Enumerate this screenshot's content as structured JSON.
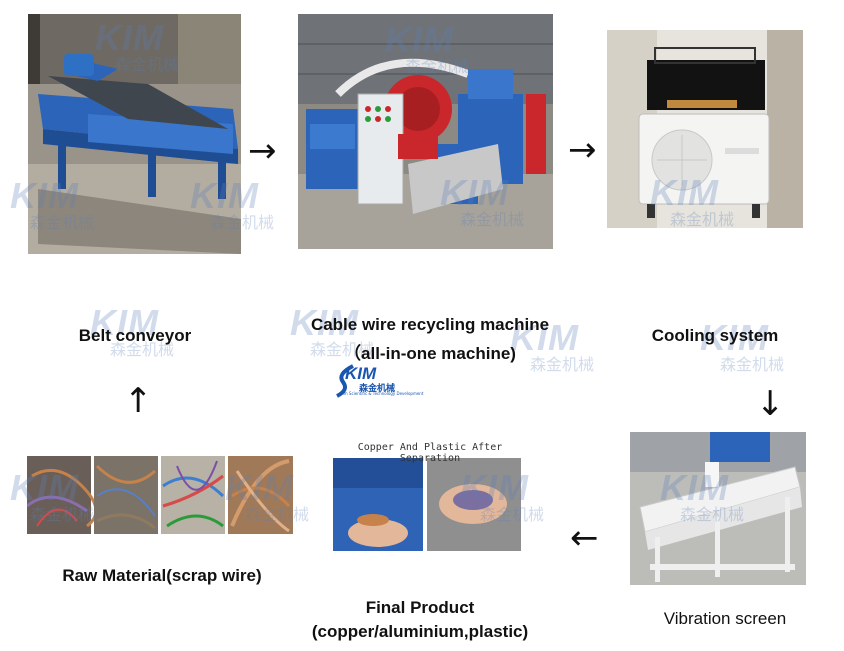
{
  "watermark": {
    "brand": "KIM",
    "chinese": "森金机械"
  },
  "logo": {
    "brand": "KIM",
    "chinese": "森金机械",
    "subtitle": "Kim Scientific & Technology Development"
  },
  "steps": {
    "belt_conveyor": "Belt conveyor",
    "recycling_machine_line1": "Cable wire recycling machine",
    "recycling_machine_line2": "（all-in-one machine)",
    "cooling_system": "Cooling system",
    "vibration_screen": "Vibration screen",
    "raw_material": "Raw Material(scrap wire)",
    "final_product_line1": "Final Product",
    "final_product_line2": "(copper/aluminium,plastic)"
  },
  "photo_caption": "Copper And Plastic After Separation",
  "arrows": {
    "right": "→",
    "down": "↓",
    "left": "←",
    "up": "↑"
  },
  "colors": {
    "machine_blue": "#2b64b8",
    "machine_red": "#c9272b",
    "panel_white": "#e8ebee",
    "floor_gray": "#a59d92",
    "copper": "#c6824a",
    "watermark": "#5c7fb8"
  }
}
